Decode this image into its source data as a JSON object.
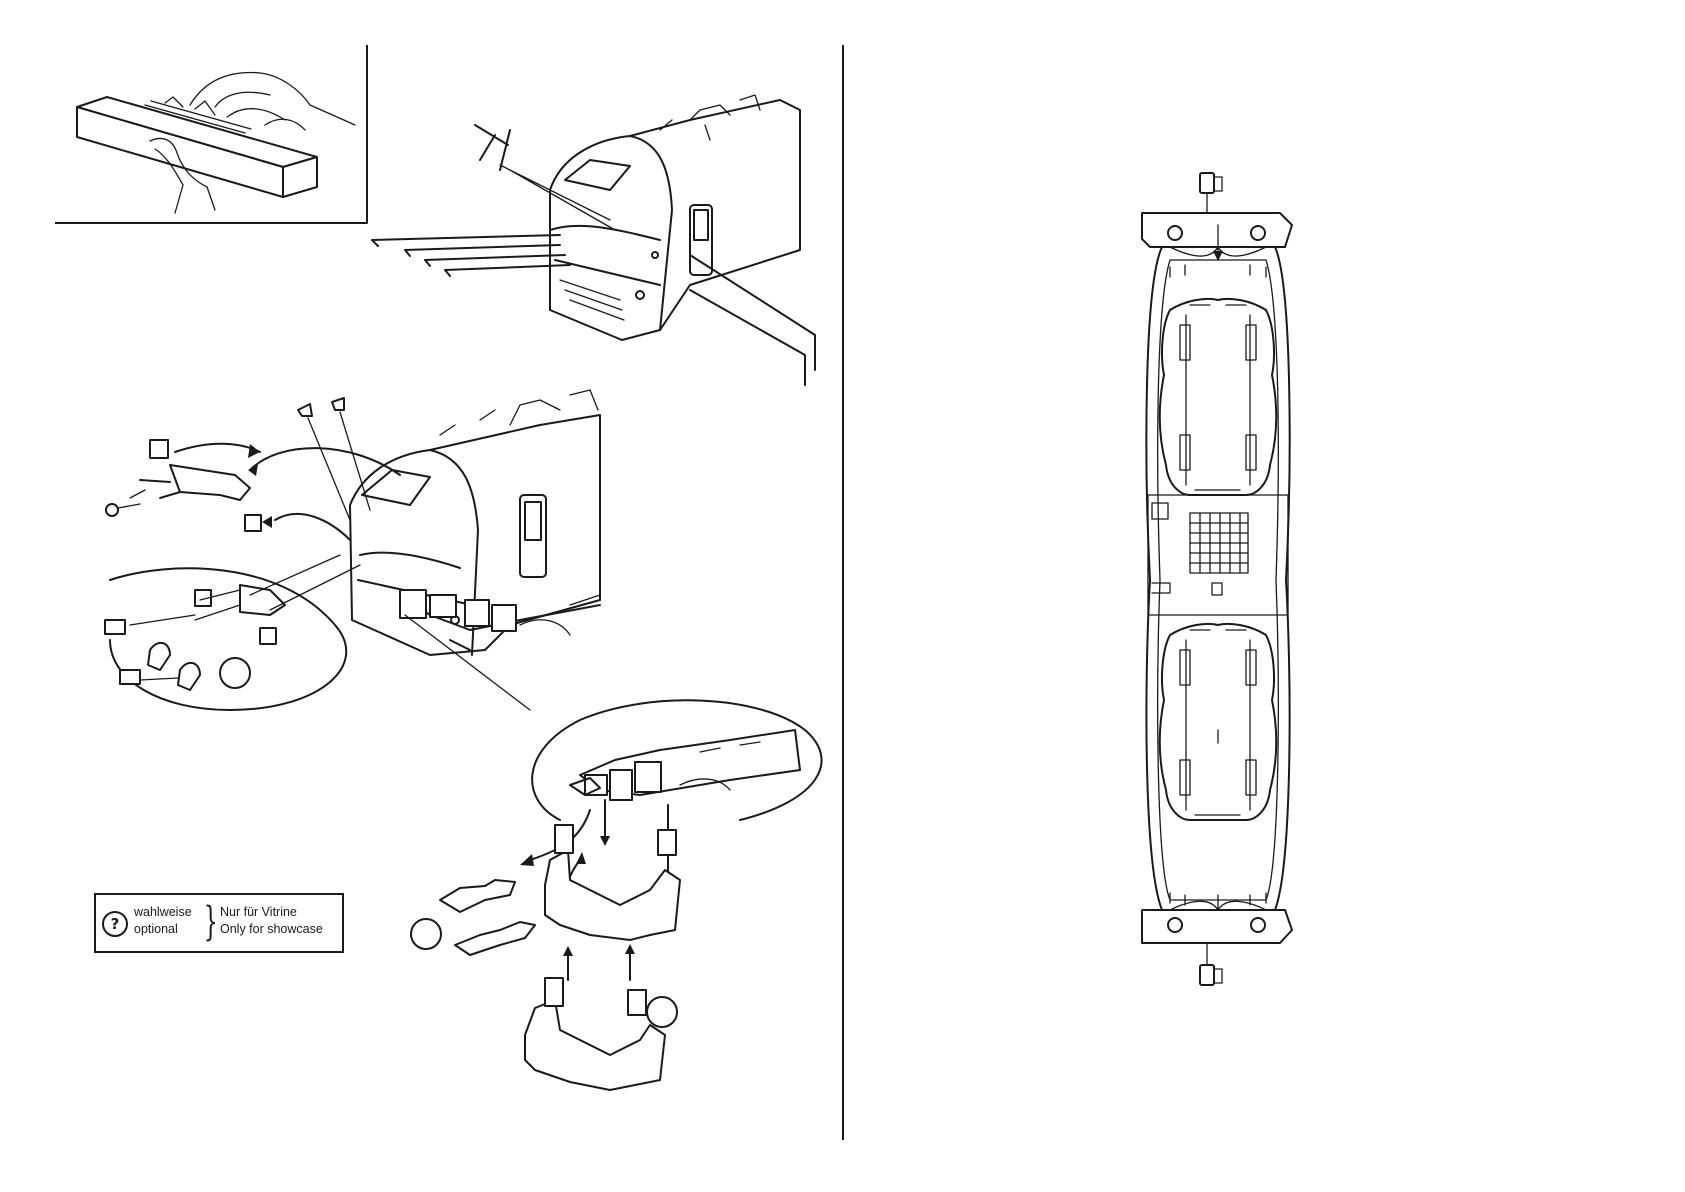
{
  "legend": {
    "symbol": "?",
    "symbol_icon": "question-circle-icon",
    "option_de": "wahlweise",
    "option_en": "optional",
    "note_de": "Nur für Vitrine",
    "note_en": "Only for showcase"
  },
  "colors": {
    "ink": "#1a1a1a",
    "paper": "#ffffff"
  }
}
